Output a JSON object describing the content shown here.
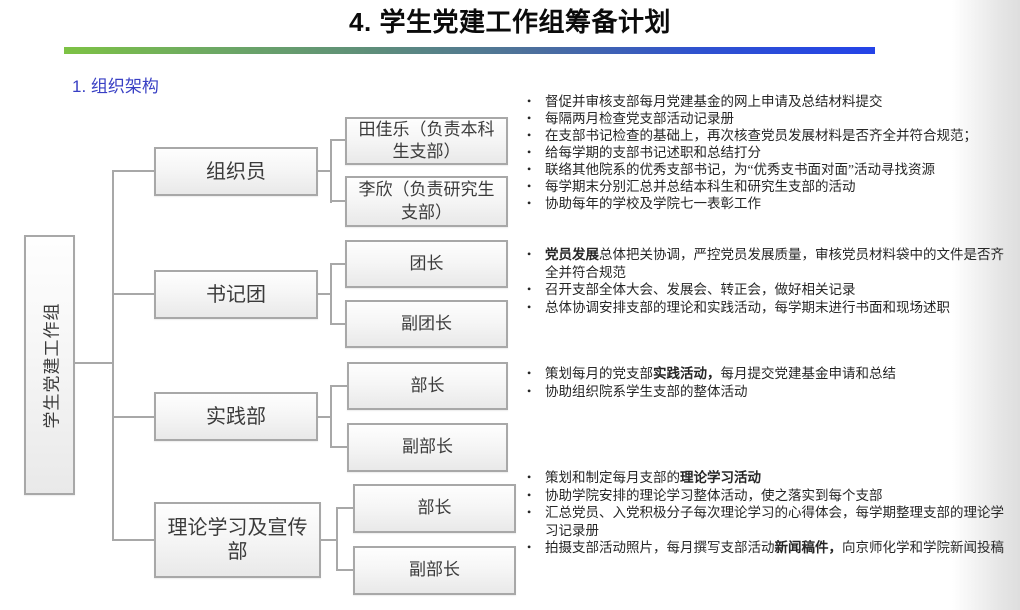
{
  "slide": {
    "title": "4. 学生党建工作组筹备计划",
    "section_label": "1. 组织架构"
  },
  "colors": {
    "accent_bar_start": "#7dc244",
    "accent_bar_end": "#2443e8",
    "section_label_blue": "#383fc4",
    "connector_gray": "#a8a8a8",
    "box_border": "#a8a8a8",
    "box_fill_top": "#fefefe",
    "box_fill_bottom": "#e9e9e9"
  },
  "org_chart": {
    "root_label": "学生党建工作组",
    "branches": [
      {
        "label": "组织员",
        "children": [
          "田佳乐（负责本科生支部）",
          "李欣（负责研究生支部）"
        ],
        "duties": [
          [
            {
              "t": "督促并审核支部每月党建基金的网上申请及总结材料提交",
              "b": 0
            }
          ],
          [
            {
              "t": "每隔两月检查党支部活动记录册",
              "b": 0
            }
          ],
          [
            {
              "t": "在支部书记检查的基础上，再次核查党员发展材料是否齐全并符合规范；",
              "b": 0
            }
          ],
          [
            {
              "t": "给每学期的支部书记述职和总结打分",
              "b": 0
            }
          ],
          [
            {
              "t": "联络其他院系的优秀支部书记，为“优秀支书面对面”活动寻找资源",
              "b": 0
            }
          ],
          [
            {
              "t": "每学期末分别汇总并总结本科生和研究生支部的活动",
              "b": 0
            }
          ],
          [
            {
              "t": "协助每年的学校及学院七一表彰工作",
              "b": 0
            }
          ]
        ]
      },
      {
        "label": "书记团",
        "children": [
          "团长",
          "副团长"
        ],
        "duties": [
          [
            {
              "t": "党员发展",
              "b": 1
            },
            {
              "t": "总体把关协调，严控党员发展质量，审核党员材料袋中的文件是否齐全并符合规范",
              "b": 0
            }
          ],
          [
            {
              "t": "召开支部全体大会、发展会、转正会，做好相关记录",
              "b": 0
            }
          ],
          [
            {
              "t": "总体协调安排支部的理论和实践活动，每学期末进行书面和现场述职",
              "b": 0
            }
          ]
        ]
      },
      {
        "label": "实践部",
        "children": [
          "部长",
          "副部长"
        ],
        "duties": [
          [
            {
              "t": "策划每月的党支部",
              "b": 0
            },
            {
              "t": "实践活动，",
              "b": 1
            },
            {
              "t": "每月提交党建基金申请和总结",
              "b": 0
            }
          ],
          [
            {
              "t": "协助组织院系学生支部的整体活动",
              "b": 0
            }
          ]
        ]
      },
      {
        "label": "理论学习及宣传部",
        "children": [
          "部长",
          "副部长"
        ],
        "duties": [
          [
            {
              "t": "策划和制定每月支部的",
              "b": 0
            },
            {
              "t": "理论学习活动",
              "b": 1
            }
          ],
          [
            {
              "t": "协助学院安排的理论学习整体活动，使之落实到每个支部",
              "b": 0
            }
          ],
          [
            {
              "t": "汇总党员、入党积极分子每次理论学习的心得体会，每学期整理支部的理论学习记录册",
              "b": 0
            }
          ],
          [
            {
              "t": "拍摄支部活动照片，每月撰写支部活动",
              "b": 0
            },
            {
              "t": "新闻稿件，",
              "b": 1
            },
            {
              "t": "向京师化学和学院新闻投稿",
              "b": 0
            }
          ]
        ]
      }
    ]
  }
}
